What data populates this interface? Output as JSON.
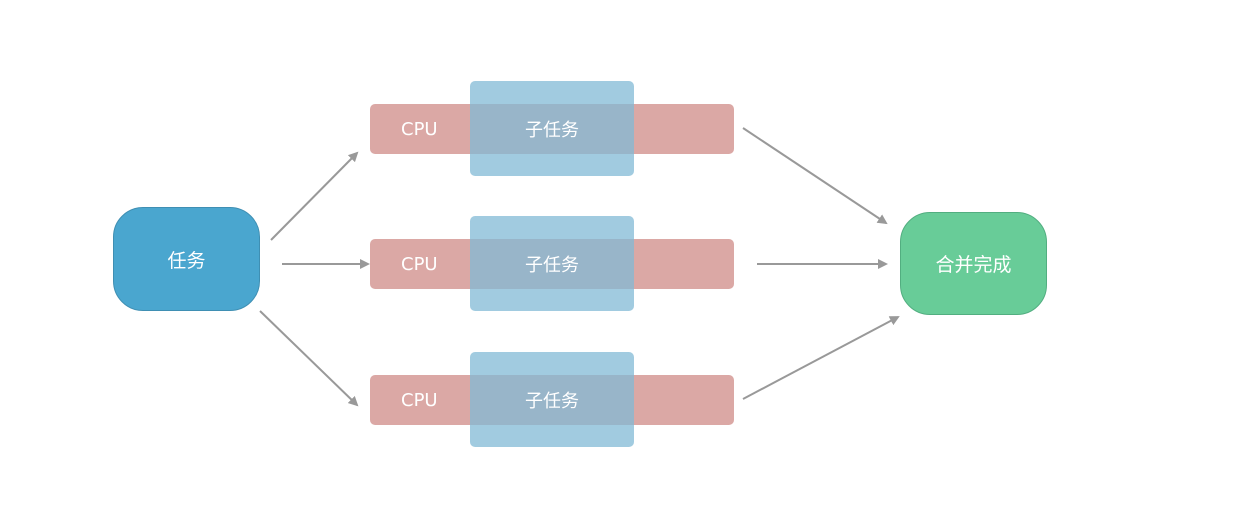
{
  "start_node": {
    "label": "任务"
  },
  "end_node": {
    "label": "合并完成"
  },
  "rows": [
    {
      "cpu_label": "CPU",
      "subtask_label": "子任务"
    },
    {
      "cpu_label": "CPU",
      "subtask_label": "子任务"
    },
    {
      "cpu_label": "CPU",
      "subtask_label": "子任务"
    }
  ],
  "colors": {
    "task": "#4aa6cf",
    "merge": "#68cc98",
    "cpu": "#dba8a5",
    "subtask": "#82bad6",
    "arrow": "#999999"
  }
}
